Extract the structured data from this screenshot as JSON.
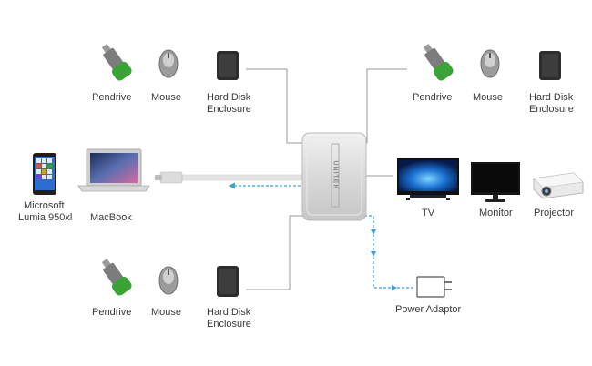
{
  "devices": {
    "top_left": {
      "pendrive": "Pendrive",
      "mouse": "Mouse",
      "hdd_line1": "Hard Disk",
      "hdd_line2": "Enclosure"
    },
    "top_right": {
      "pendrive": "Pendrive",
      "mouse": "Mouse",
      "hdd_line1": "Hard Disk",
      "hdd_line2": "Enclosure"
    },
    "bottom_left": {
      "pendrive": "Pendrive",
      "mouse": "Mouse",
      "hdd_line1": "Hard Disk",
      "hdd_line2": "Enclosure"
    },
    "left": {
      "phone_line1": "Microsoft",
      "phone_line2": "Lumia 950xl",
      "laptop": "MacBook"
    },
    "right": {
      "tv": "TV",
      "monitor": "Monitor",
      "projector": "Projector"
    },
    "power": "Power Adaptor"
  },
  "hub": {
    "brand": "UNITEK"
  },
  "colors": {
    "usb_green": "#3aa335",
    "cable_blue": "#3aa0e0",
    "line_gray": "#9a9a9a",
    "hub_silver": "#d8d8d8"
  }
}
